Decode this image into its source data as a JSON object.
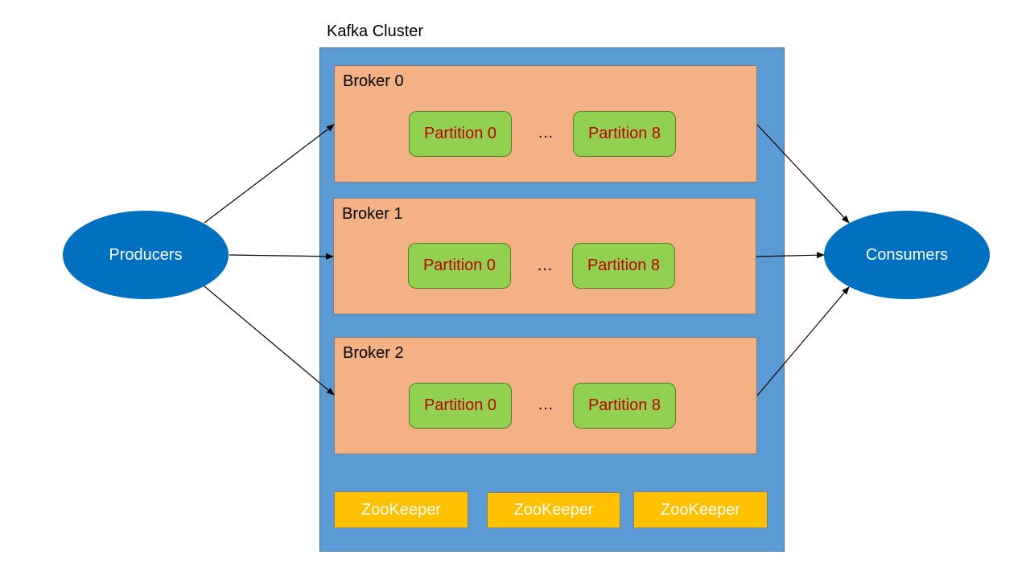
{
  "cluster": {
    "title": "Kafka Cluster"
  },
  "brokers": [
    {
      "label": "Broker 0",
      "partitions": [
        "Partition 0",
        "Partition 8"
      ],
      "ellipsis": "…"
    },
    {
      "label": "Broker 1",
      "partitions": [
        "Partition 0",
        "Partition 8"
      ],
      "ellipsis": "…"
    },
    {
      "label": "Broker 2",
      "partitions": [
        "Partition 0",
        "Partition 8"
      ],
      "ellipsis": "…"
    }
  ],
  "zookeepers": [
    "ZooKeeper",
    "ZooKeeper",
    "ZooKeeper"
  ],
  "producers": {
    "label": "Producers"
  },
  "consumers": {
    "label": "Consumers"
  },
  "colors": {
    "cluster": "#5b9bd5",
    "broker": "#f4b183",
    "partition": "#92d050",
    "partition_text": "#c00000",
    "zookeeper": "#ffc000",
    "endpoint": "#0070c0"
  }
}
